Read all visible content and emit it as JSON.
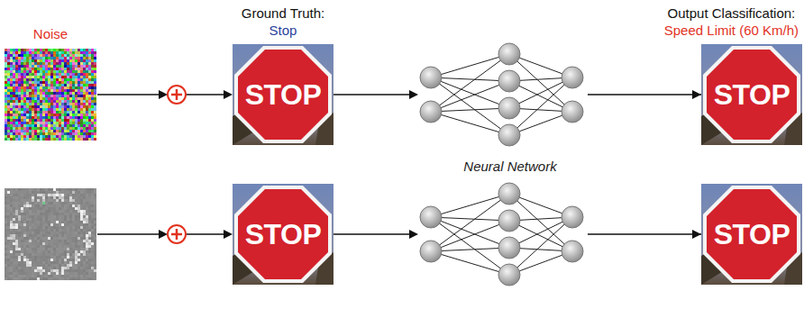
{
  "diagram": {
    "nodes": [
      {
        "text": [
          "Ground Truth:",
          "Stop",
          "STOP"
        ]
      },
      {
        "text": [
          "Output Classification:",
          "Speed Limit (60 Km/h)",
          "STOP"
        ]
      },
      {
        "text": [
          "STOP"
        ]
      },
      {
        "text": [
          "STOP"
        ]
      }
    ],
    "edges": [
      {
        "from": 0,
        "to": 1,
        "arrow": "to"
      },
      {
        "from": 2,
        "to": 3,
        "arrow": "to"
      }
    ],
    "labels": [
      "Noise",
      "Neural Network"
    ]
  }
}
